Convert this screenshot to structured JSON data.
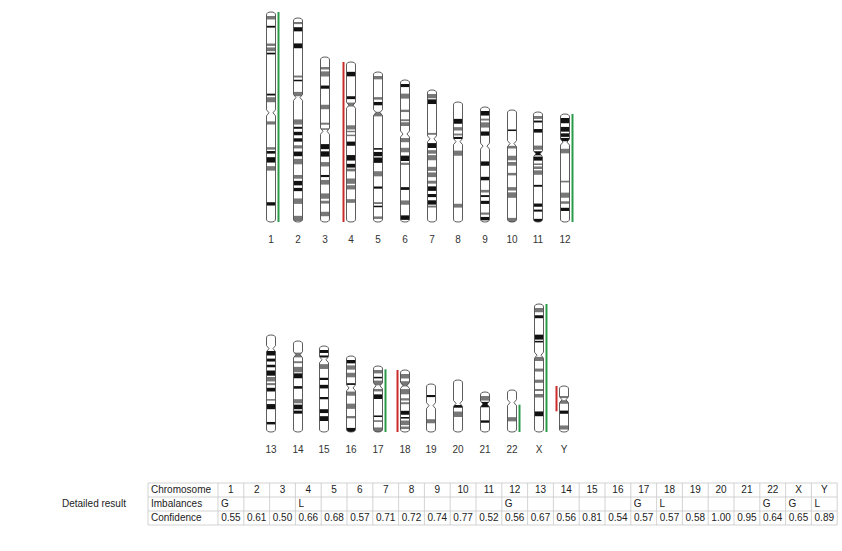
{
  "diagram": {
    "labels": [
      "1",
      "2",
      "3",
      "4",
      "5",
      "6",
      "7",
      "8",
      "9",
      "10",
      "11",
      "12",
      "13",
      "14",
      "15",
      "16",
      "17",
      "18",
      "19",
      "20",
      "21",
      "22",
      "X",
      "Y",
      "Detailed result",
      "Chromosome",
      "1",
      "2",
      "3",
      "4",
      "5",
      "6",
      "7",
      "8",
      "9",
      "10",
      "11",
      "12",
      "13",
      "14",
      "15",
      "16",
      "17",
      "18",
      "19",
      "20",
      "21",
      "22",
      "X",
      "Y",
      "Imbalances",
      "G",
      "L",
      "G",
      "G",
      "L",
      "G",
      "G",
      "L",
      "Confidence",
      "0.55",
      "0.61",
      "0.50",
      "0.66",
      "0.68",
      "0.57",
      "0.71",
      "0.72",
      "0.74",
      "0.77",
      "0.52",
      "0.56",
      "0.67",
      "0.56",
      "0.81",
      "0.54",
      "0.57",
      "0.57",
      "0.58",
      "1.00",
      "0.95",
      "0.64",
      "0.65",
      "0.89"
    ]
  }
}
